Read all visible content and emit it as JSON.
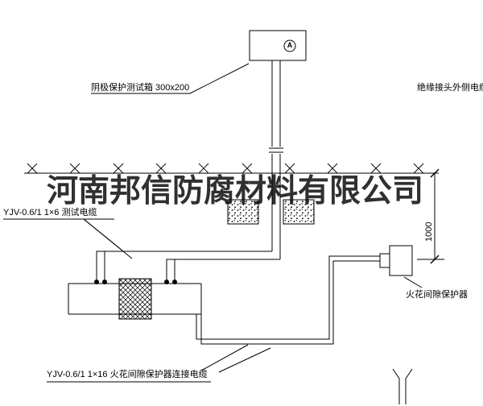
{
  "drawing": {
    "watermark": "河南邦信防腐材料有限公司",
    "test_box_label": "阴极保护测试箱 300x200",
    "insulated_joint_cable_label": "绝缘接头外侧电缆",
    "test_cable_label": "YJV-0.6/1 1×6  测试电缆",
    "spark_gap_label": "火花间隙保护器",
    "connection_cable_label": "YJV-0.6/1 1×16  火花间隙保护器连接电缆",
    "dimension_1000": "1000",
    "ammeter_symbol": "A"
  },
  "colors": {
    "line": "#000000",
    "background": "#ffffff",
    "watermark": "#141414"
  }
}
